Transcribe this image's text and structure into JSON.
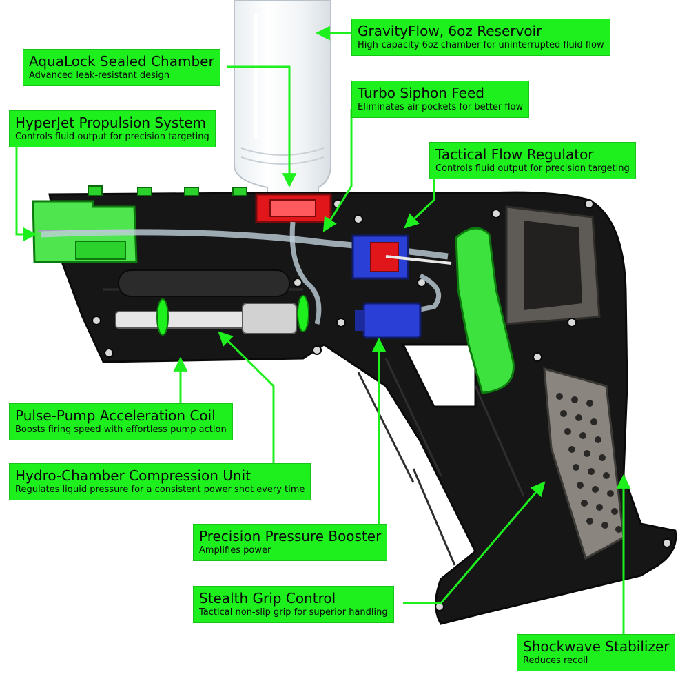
{
  "colors": {
    "accent_green": "#1ef01e",
    "body_black": "#161616",
    "chamber_red": "#e0161b",
    "regulator_blue": "#2a3fd6",
    "grip_gray": "#8a857e"
  },
  "callouts": [
    {
      "id": "gravityflow",
      "title": "GravityFlow, 6oz Reservoir",
      "subtitle": "High-capacity 6oz chamber for uninterrupted fluid flow"
    },
    {
      "id": "aqualock",
      "title": "AquaLock Sealed Chamber",
      "subtitle": "Advanced leak-resistant design"
    },
    {
      "id": "turbo",
      "title": "Turbo Siphon Feed",
      "subtitle": "Eliminates air pockets for better flow"
    },
    {
      "id": "hyperjet",
      "title": "HyperJet Propulsion System",
      "subtitle": "Controls fluid output for precision targeting"
    },
    {
      "id": "tactical",
      "title": "Tactical Flow Regulator",
      "subtitle": "Controls fluid output for precision targeting"
    },
    {
      "id": "pulse",
      "title": "Pulse-Pump Acceleration Coil",
      "subtitle": "Boosts firing speed with effortless pump action"
    },
    {
      "id": "hydro",
      "title": "Hydro-Chamber Compression Unit",
      "subtitle": "Regulates liquid pressure for a consistent power shot every time"
    },
    {
      "id": "precision",
      "title": "Precision Pressure Booster",
      "subtitle": "Amplifies power"
    },
    {
      "id": "stealth",
      "title": "Stealth Grip Control",
      "subtitle": "Tactical non-slip grip for superior handling"
    },
    {
      "id": "shockwave",
      "title": "Shockwave Stabilizer",
      "subtitle": "Reduces recoil"
    }
  ]
}
